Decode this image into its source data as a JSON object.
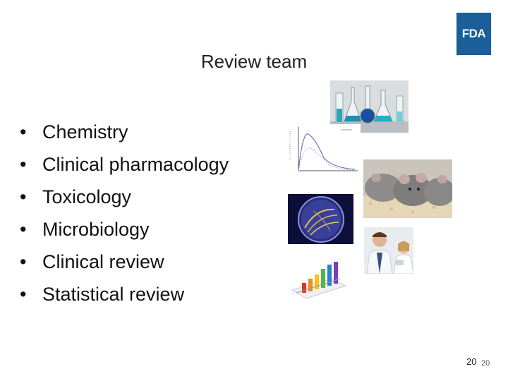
{
  "slide": {
    "logo_text": "FDA",
    "title": "Review team",
    "bullets": [
      "Chemistry",
      "Clinical pharmacology",
      "Toxicology",
      "Microbiology",
      "Clinical review",
      "Statistical review"
    ],
    "page_number": "20",
    "page_number_secondary": "20"
  },
  "images": [
    {
      "name": "lab-glassware-photo"
    },
    {
      "name": "pk-curve-graph"
    },
    {
      "name": "lab-mice-photo"
    },
    {
      "name": "petri-dish-photo"
    },
    {
      "name": "clinicians-photo"
    },
    {
      "name": "bar-chart-image"
    }
  ],
  "colors": {
    "fda_blue": "#1a5e9a"
  }
}
